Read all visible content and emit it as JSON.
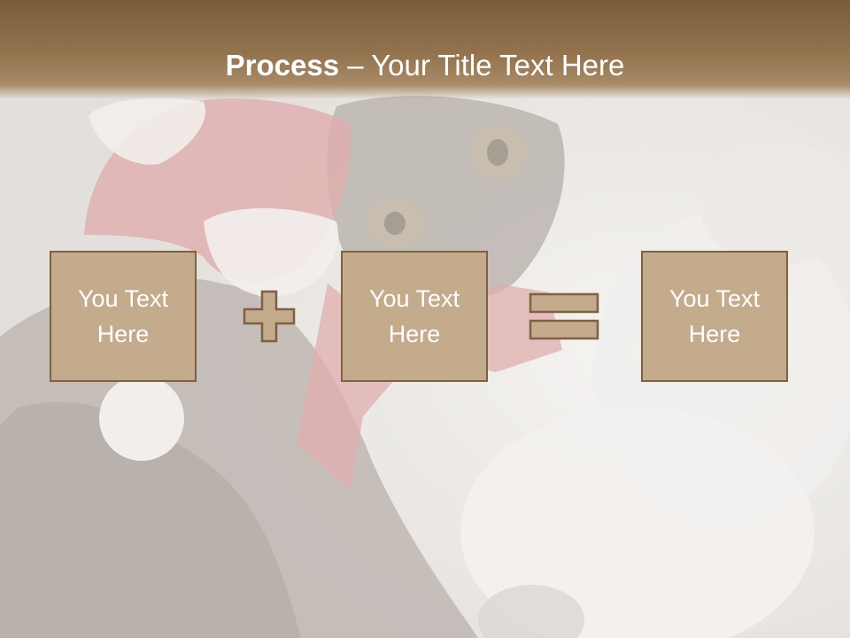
{
  "title": {
    "bold": "Process",
    "rest": " – Your Title Text Here"
  },
  "boxes": [
    {
      "text": "You Text Here"
    },
    {
      "text": "You Text Here"
    },
    {
      "text": "You Text Here"
    }
  ],
  "operators": [
    "plus-icon",
    "equals-icon"
  ],
  "colors": {
    "title_bar": "#8a6a47",
    "box_fill": "#c4ab8c",
    "box_border": "#7d6142",
    "text": "#ffffff"
  }
}
